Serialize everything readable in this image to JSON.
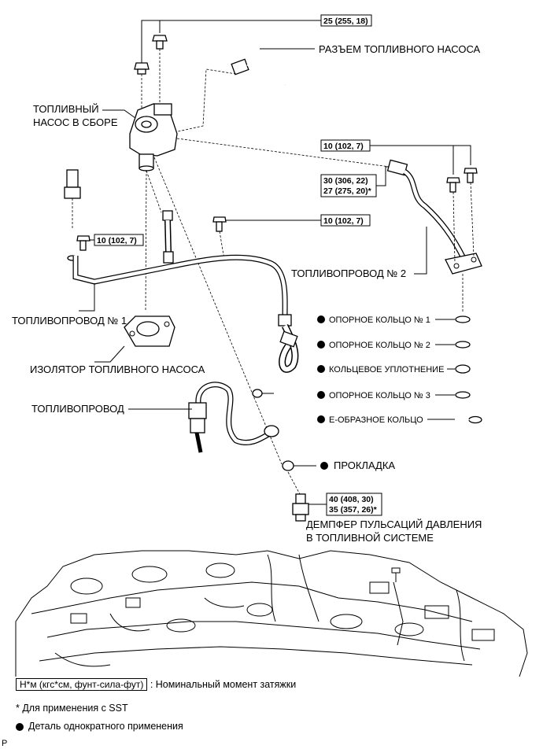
{
  "labels": {
    "pump_connector": "РАЗЪЕМ ТОПЛИВНОГО НАСОСА",
    "pump_assembly_l1": "ТОПЛИВНЫЙ",
    "pump_assembly_l2": "НАСОС В СБОРЕ",
    "fuel_line_2": "ТОПЛИВОПРОВОД № 2",
    "fuel_line_1": "ТОПЛИВОПРОВОД № 1",
    "pump_insulator": "ИЗОЛЯТОР ТОПЛИВНОГО НАСОСА",
    "fuel_line": "ТОПЛИВОПРОВОД",
    "gasket": "ПРОКЛАДКА",
    "damper_l1": "ДЕМПФЕР ПУЛЬСАЦИЙ ДАВЛЕНИЯ",
    "damper_l2": "В ТОПЛИВНОЙ СИСТЕМЕ"
  },
  "rings": [
    "ОПОРНОЕ КОЛЬЦО № 1",
    "ОПОРНОЕ КОЛЬЦО № 2",
    "КОЛЬЦЕВОЕ УПЛОТНЕНИЕ",
    "ОПОРНОЕ КОЛЬЦО № 3",
    "Е-ОБРАЗНОЕ КОЛЬЦО"
  ],
  "torques": {
    "top": "25 (255, 18)",
    "right_bolts": "10 (102, 7)",
    "union_l1": "30 (306, 22)",
    "union_l2": "27 (275, 20)*",
    "mid_bolt": "10 (102, 7)",
    "left_bolt": "10 (102, 7)",
    "damper_l1": "40 (408, 30)",
    "damper_l2": "35 (357, 26)*"
  },
  "legend": {
    "unit_box": "Н*м (кгс*см, фунт-сила-фут)",
    "unit_desc": ": Номинальный момент затяжки",
    "sst_note": "* Для применения с SST",
    "nonreusable": "Деталь однократного применения"
  },
  "corner_mark": "P"
}
